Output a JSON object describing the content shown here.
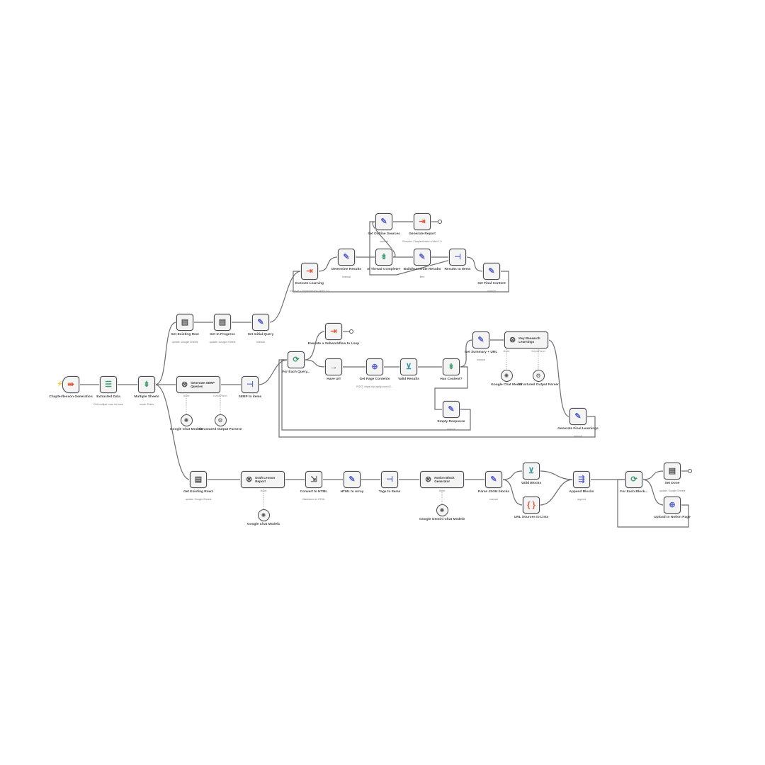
{
  "icons": {
    "trigger": "⇛",
    "list": "☰",
    "sign": "⇟",
    "doc": "▤",
    "edit": "✎",
    "agent": "⊗",
    "merge": "⊣",
    "import": "⇥",
    "code": "⇲",
    "loop": "⟳",
    "noop": "→",
    "http": "⊕",
    "filter": "⊻",
    "switch": "{ }",
    "brain": "✺",
    "parser": "⚙",
    "compose": "⇶"
  },
  "colors": {
    "orange": "#e0593b",
    "green": "#3b9c6e",
    "blue": "#5a63c9",
    "teal": "#2f8f9d"
  },
  "nodes": [
    {
      "id": "trig",
      "label": "Chapter/lesson Generation",
      "sub": "",
      "ic": "trigger",
      "color": "orange"
    },
    {
      "id": "rows",
      "label": "Extracted Data",
      "sub": "Get multiple rows for base",
      "ic": "list",
      "color": "green"
    },
    {
      "id": "switch1",
      "label": "Multiple Sheets",
      "sub": "mode: Rules",
      "ic": "sign",
      "color": "green"
    },
    {
      "id": "getcourse",
      "label": "Get Existing Row",
      "sub": "update: Google Sheets",
      "ic": "doc",
      "color": "#555"
    },
    {
      "id": "getprogress",
      "label": "Get In Progress",
      "sub": "update: Google Sheets",
      "ic": "doc",
      "color": "#555"
    },
    {
      "id": "setquery",
      "label": "Set Initial Query",
      "sub": "manual",
      "ic": "edit",
      "color": "blue"
    },
    {
      "id": "exec1",
      "label": "Execute Learning",
      "sub": "Execute: Chapter/lesson Video 1.0",
      "ic": "import",
      "color": "orange"
    },
    {
      "id": "ctxfields",
      "label": "Determine Results",
      "sub": "manual",
      "ic": "edit",
      "color": "blue"
    },
    {
      "id": "setoutline",
      "label": "Set Outline Sources",
      "sub": "manual",
      "ic": "edit",
      "color": "blue"
    },
    {
      "id": "exec2",
      "label": "Generate Report",
      "sub": "Execute: Chapter/lesson Video 1.0",
      "ic": "import",
      "color": "orange"
    },
    {
      "id": "isdone",
      "label": "Is Thread Complete?",
      "sub": "",
      "ic": "sign",
      "color": "green"
    },
    {
      "id": "prepare",
      "label": "Build/Generate Results",
      "sub": "item",
      "ic": "edit",
      "color": "blue"
    },
    {
      "id": "results",
      "label": "Results to Items",
      "sub": "",
      "ic": "merge",
      "color": "blue"
    },
    {
      "id": "setfinal",
      "label": "Set Final Content",
      "sub": "manual",
      "ic": "edit",
      "color": "blue"
    },
    {
      "id": "agent1",
      "label": "Generate SERP Queries",
      "sub": "",
      "ic": "agent",
      "color": "#555"
    },
    {
      "id": "split1",
      "label": "SERP to items",
      "sub": "",
      "ic": "merge",
      "color": "blue"
    },
    {
      "id": "model1",
      "label": "Google Chat Model2",
      "sub": "",
      "ic": "brain",
      "color": "#555"
    },
    {
      "id": "parser1",
      "label": "Structured Output Parser2",
      "sub": "",
      "ic": "parser",
      "color": "#555"
    },
    {
      "id": "loop1",
      "label": "For Each Query...",
      "sub": "",
      "ic": "loop",
      "color": "green"
    },
    {
      "id": "exec3",
      "label": "Execute a Subworkflow to Loop",
      "sub": "",
      "ic": "import",
      "color": "orange"
    },
    {
      "id": "noop1",
      "label": "Have Url",
      "sub": "",
      "ic": "noop",
      "color": "#555"
    },
    {
      "id": "http1",
      "label": "Get Page Contents",
      "sub": "POST: https://api.apify.com/v2/...",
      "ic": "http",
      "color": "blue"
    },
    {
      "id": "filter1",
      "label": "Valid Results",
      "sub": "",
      "ic": "filter",
      "color": "teal"
    },
    {
      "id": "hasctx",
      "label": "Has Content?",
      "sub": "",
      "ic": "sign",
      "color": "green"
    },
    {
      "id": "empty",
      "label": "Empty Response",
      "sub": "manual",
      "ic": "edit",
      "color": "blue"
    },
    {
      "id": "dosummary",
      "label": "Get Summary + URL",
      "sub": "manual",
      "ic": "edit",
      "color": "blue"
    },
    {
      "id": "agent2",
      "label": "Key Research Learnings",
      "sub": "",
      "ic": "agent",
      "color": "#555"
    },
    {
      "id": "model2",
      "label": "Google Chat Model",
      "sub": "",
      "ic": "brain",
      "color": "#555"
    },
    {
      "id": "parser2",
      "label": "Structured Output Parser",
      "sub": "",
      "ic": "parser",
      "color": "#555"
    },
    {
      "id": "accum",
      "label": "Generate Final Learnings",
      "sub": "manual",
      "ic": "edit",
      "color": "blue"
    },
    {
      "id": "getlesson",
      "label": "Get Existing Row1",
      "sub": "update: Google Sheets",
      "ic": "doc",
      "color": "#555"
    },
    {
      "id": "agent3",
      "label": "Draft Lesson Report",
      "sub": "",
      "ic": "agent",
      "color": "#555"
    },
    {
      "id": "model3",
      "label": "Google Chat Model1",
      "sub": "",
      "ic": "brain",
      "color": "#555"
    },
    {
      "id": "md2html",
      "label": "Convert to HTML",
      "sub": "Markdown to HTML",
      "ic": "code",
      "color": "#555"
    },
    {
      "id": "htmlarr",
      "label": "HTML to Array",
      "sub": "",
      "ic": "edit",
      "color": "blue"
    },
    {
      "id": "tags",
      "label": "Tags to Items",
      "sub": "",
      "ic": "merge",
      "color": "blue"
    },
    {
      "id": "agent4",
      "label": "Notion Block Generator",
      "sub": "",
      "ic": "agent",
      "color": "#555"
    },
    {
      "id": "model4",
      "label": "Google Gemini Chat Model3",
      "sub": "",
      "ic": "brain",
      "color": "#555"
    },
    {
      "id": "parseblk",
      "label": "Parse JSON blocks",
      "sub": "manual",
      "ic": "edit",
      "color": "blue"
    },
    {
      "id": "valblk",
      "label": "Valid Blocks",
      "sub": "",
      "ic": "filter",
      "color": "teal"
    },
    {
      "id": "codeblk",
      "label": "URL Sources to Lists",
      "sub": "",
      "ic": "switch",
      "color": "orange"
    },
    {
      "id": "append",
      "label": "Append Blocks",
      "sub": "append",
      "ic": "compose",
      "color": "blue"
    },
    {
      "id": "loop2",
      "label": "For Each Block...",
      "sub": "",
      "ic": "loop",
      "color": "green"
    },
    {
      "id": "setdone",
      "label": "Set Done",
      "sub": "update: Google Sheets",
      "ic": "doc",
      "color": "#555"
    },
    {
      "id": "upload",
      "label": "Upload to Notion Page",
      "sub": "",
      "ic": "http",
      "color": "blue"
    }
  ],
  "ports": {
    "model": "Model",
    "parser": "Output Parser"
  }
}
